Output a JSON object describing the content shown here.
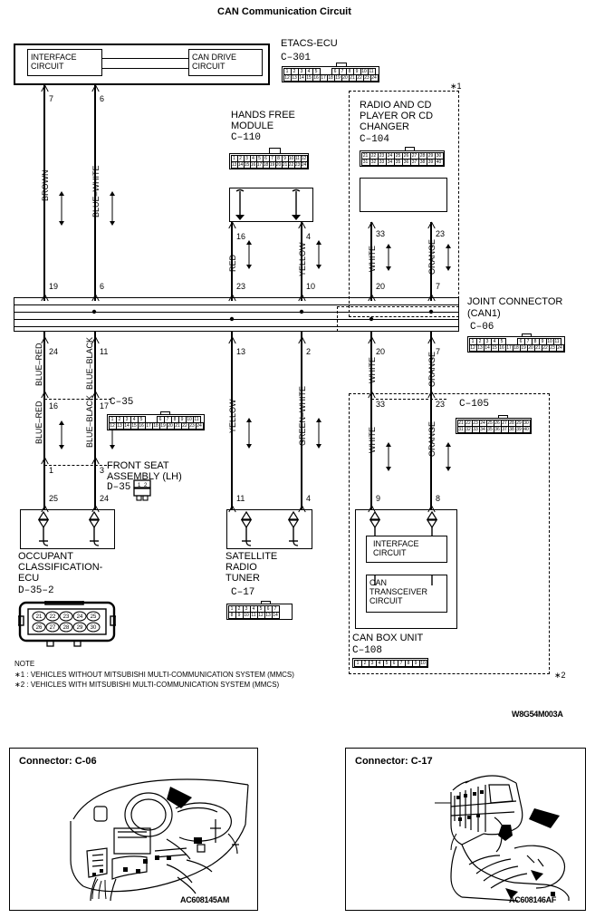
{
  "title": "CAN Communication Circuit",
  "diagram_code": "W8G54M003A",
  "blocks": {
    "etacs": {
      "interface": "INTERFACE\nCIRCUIT",
      "can_drive": "CAN DRIVE\nCIRCUIT",
      "name": "ETACS-ECU",
      "connector": "C–301",
      "pins_top": [
        "1",
        "2",
        "3",
        "4",
        "5",
        "6",
        "7",
        "8",
        "9",
        "10",
        "11"
      ],
      "pins_bottom": [
        "12",
        "13",
        "14",
        "15",
        "16",
        "17",
        "18",
        "19",
        "20",
        "21",
        "22",
        "23",
        "24"
      ]
    },
    "hands_free": {
      "name": "HANDS FREE\nMODULE",
      "connector": "C–110",
      "pins_top": [
        "1",
        "2",
        "3",
        "4",
        "5",
        "6",
        "7",
        "8",
        "9",
        "10",
        "11",
        "12"
      ],
      "pins_bottom": [
        "13",
        "14",
        "15",
        "16",
        "17",
        "18",
        "19",
        "20",
        "21",
        "22",
        "23",
        "24"
      ]
    },
    "radio": {
      "name": "RADIO AND CD\nPLAYER OR CD\nCHANGER",
      "connector": "C–104",
      "pins_top": [
        "21",
        "22",
        "23",
        "24",
        "25",
        "26",
        "27",
        "28",
        "29",
        "30"
      ],
      "pins_bottom": [
        "31",
        "32",
        "33",
        "34",
        "35",
        "36",
        "37",
        "38",
        "39",
        "40"
      ]
    },
    "joint": {
      "name": "JOINT CONNECTOR",
      "name2": "(CAN1)",
      "connector": "C–06",
      "pins_top": [
        "1",
        "2",
        "3",
        "4",
        "5",
        "6",
        "7",
        "8",
        "9",
        "10",
        "11"
      ],
      "pins_bottom": [
        "12",
        "13",
        "14",
        "15",
        "16",
        "17",
        "18",
        "19",
        "20",
        "21",
        "22",
        "23",
        "24"
      ]
    },
    "c35": {
      "connector": "C–35",
      "pins_top": [
        "1",
        "2",
        "3",
        "4",
        "5",
        "6",
        "7",
        "8",
        "9",
        "10",
        "11"
      ],
      "pins_bottom": [
        "12",
        "13",
        "14",
        "15",
        "16",
        "17",
        "18",
        "19",
        "20",
        "21",
        "22",
        "23",
        "24"
      ]
    },
    "front_seat": {
      "name": "FRONT SEAT\nASSEMBLY (LH)",
      "connector": "D–35"
    },
    "c105": {
      "connector": "C–105",
      "pins_top": [
        "21",
        "22",
        "23",
        "24",
        "25",
        "26",
        "27",
        "28",
        "29",
        "30"
      ],
      "pins_bottom": [
        "31",
        "32",
        "33",
        "34",
        "35",
        "36",
        "37",
        "38",
        "39",
        "40"
      ]
    },
    "occupant": {
      "name": "OCCUPANT\nCLASSIFICATION-\nECU",
      "connector": "D–35–2",
      "pins_top": [
        "21",
        "22",
        "23",
        "24",
        "25"
      ],
      "pins_bottom": [
        "26",
        "27",
        "28",
        "29",
        "30"
      ]
    },
    "satellite": {
      "name": "SATELLITE\nRADIO\nTUNER",
      "connector": "C–17",
      "pins_top": [
        "1",
        "2",
        "3",
        "4",
        "5",
        "6",
        "7"
      ],
      "pins_bottom": [
        "8",
        "9",
        "10",
        "11",
        "12",
        "13",
        "14"
      ]
    },
    "can_box": {
      "interface": "INTERFACE\nCIRCUIT",
      "transceiver": "CAN\nTRANSCEIVER\nCIRCUIT",
      "name": "CAN BOX UNIT",
      "connector": "C–108",
      "pins": [
        "1",
        "2",
        "3",
        "4",
        "5",
        "6",
        "7",
        "8",
        "9",
        "10"
      ]
    }
  },
  "wires": [
    {
      "color": "BROWN",
      "top_pin": "7",
      "bottom_pin": "19"
    },
    {
      "color": "BLUE–WHITE",
      "top_pin": "6",
      "bottom_pin": "6"
    },
    {
      "color": "RED",
      "top_pin": "16",
      "bottom_pin": "23"
    },
    {
      "color": "YELLOW",
      "top_pin": "4",
      "bottom_pin": "10"
    },
    {
      "color": "WHITE",
      "top_pin": "33",
      "bottom_pin": "20"
    },
    {
      "color": "ORANGE",
      "top_pin": "23",
      "bottom_pin": "7"
    },
    {
      "color": "BLUE–RED",
      "top_pin": "24",
      "bottom_pin": "16"
    },
    {
      "color": "BLUE–BLACK",
      "top_pin": "11",
      "bottom_pin": "17"
    },
    {
      "color": "BLUE–RED",
      "top_pin": "1",
      "bottom_pin": "25"
    },
    {
      "color": "BLUE–BLACK",
      "top_pin": "3",
      "bottom_pin": "24"
    },
    {
      "color": "YELLOW",
      "top_pin": "13",
      "bottom_pin": "11"
    },
    {
      "color": "GREEN–WHITE",
      "top_pin": "2",
      "bottom_pin": "4"
    },
    {
      "color": "WHITE",
      "top_pin": "20",
      "bottom_pin": "33"
    },
    {
      "color": "ORANGE",
      "top_pin": "7",
      "bottom_pin": "23"
    },
    {
      "color": "WHITE",
      "top_pin": "33",
      "bottom_pin": "9"
    },
    {
      "color": "ORANGE",
      "top_pin": "23",
      "bottom_pin": "8"
    }
  ],
  "markers": {
    "star1": "∗1",
    "star2": "∗2"
  },
  "note": {
    "heading": "NOTE",
    "line1": "∗1 : VEHICLES WITHOUT MITSUBISHI MULTI-COMMUNICATION SYSTEM (MMCS)",
    "line2": "∗2 : VEHICLES WITH MITSUBISHI MULTI-COMMUNICATION SYSTEM (MMCS)"
  },
  "photos": [
    {
      "label": "Connector: C-06",
      "code": "AC608145AM"
    },
    {
      "label": "Connector: C-17",
      "code": "AC608146AF"
    }
  ]
}
